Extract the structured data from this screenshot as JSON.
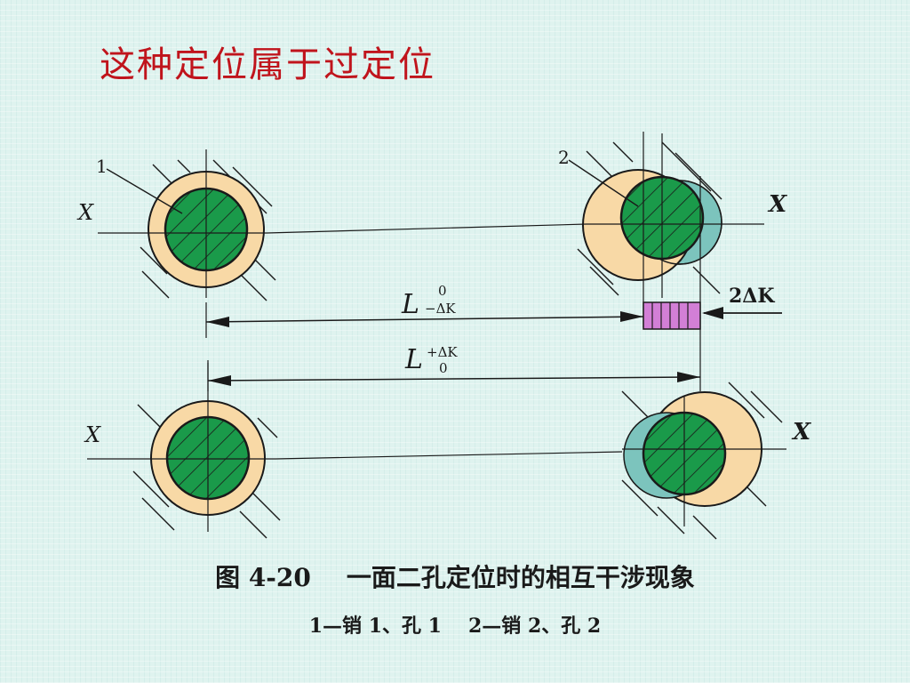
{
  "title": "这种定位属于过定位",
  "diagram": {
    "axis_labels": {
      "x_top_left": "X",
      "x_top_right": "X",
      "x_bottom_left": "X",
      "x_bottom_right": "X"
    },
    "callouts": {
      "pin1": "1",
      "pin2": "2"
    },
    "dim_top": {
      "base": "L",
      "sup": "0",
      "sub": "−ΔK"
    },
    "dim_bottom": {
      "base": "L",
      "sup": "+ΔK",
      "sub": "0"
    },
    "tolerance_label": "2ΔK"
  },
  "caption": {
    "number": "图 4-20",
    "text": "一面二孔定位时的相互干涉现象"
  },
  "legend": {
    "item1": "1—销 1、孔 1",
    "item2": "2—销 2、孔 2"
  },
  "colors": {
    "title": "#c0141c",
    "pin": "#1a9a4a",
    "hole": "#f8d9a6",
    "interference": "#7cc4bd",
    "tolerance_box": "#d27fd6",
    "line": "#1a1a1a"
  }
}
